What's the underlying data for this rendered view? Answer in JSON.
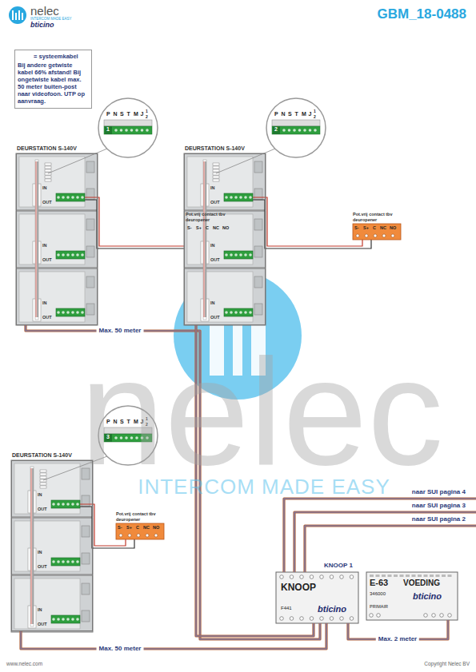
{
  "diagram": {
    "title": "GBM_18-0488",
    "nodes": [
      {
        "text": [
          "= systeemkabel",
          "Bij andere getwiste kabel 66% afstand! Bij ongetwiste kabel max. 50 meter buiten-post naar videofoon. UTP op aanvraag."
        ]
      },
      {
        "text": [
          "DEURSTATION S-140V"
        ]
      },
      {
        "text": [
          "DEURSTATION S-140V"
        ]
      },
      {
        "text": [
          "DEURSTATION S-140V"
        ]
      },
      {
        "text": [
          "KNOOP",
          "F441",
          "bticino"
        ]
      },
      {
        "text": [
          "E-63",
          "VOEDING",
          "346000",
          "PRIMAIR",
          "bticino"
        ]
      }
    ],
    "edges": [
      {
        "from": 1,
        "to": 4,
        "arrow": "none",
        "label": "Max. 50 meter"
      },
      {
        "from": 2,
        "to": 4,
        "arrow": "none"
      },
      {
        "from": 3,
        "to": 4,
        "arrow": "none",
        "label": "Max. 50 meter"
      },
      {
        "from": 4,
        "to": 5,
        "arrow": "none",
        "label": "Max. 2 meter"
      }
    ],
    "labels": [
      "nelec",
      "INTERCOM MADE EASY",
      "bticino",
      "P",
      "N",
      "S",
      "T",
      "M",
      "J",
      "1",
      "2",
      "1",
      "P",
      "N",
      "S",
      "T",
      "M",
      "J",
      "1",
      "2",
      "2",
      "P",
      "N",
      "S",
      "T",
      "M",
      "J",
      "1",
      "2",
      "3",
      "Pot.vrij contact tbv deuropener",
      "S-",
      "S+",
      "C",
      "NC",
      "NO",
      "Pot.vrij contact tbv deuropener",
      "S-",
      "S+",
      "C",
      "NC",
      "NO",
      "Pot.vrij contact tbv deuropener",
      "S-",
      "S+",
      "C",
      "NC",
      "NO",
      "IN",
      "OUT",
      "IN",
      "OUT",
      "IN",
      "OUT",
      "IN",
      "OUT",
      "IN",
      "OUT",
      "IN",
      "OUT",
      "IN",
      "OUT",
      "IN",
      "OUT",
      "IN",
      "OUT",
      "naar SUI pagina 4",
      "naar SUI pagina 3",
      "naar SUI pagina 2",
      "KNOOP 1",
      "www.nelec.com",
      "Copyright Nelec BV",
      "nelec",
      "INTERCOM MADE EASY"
    ]
  }
}
